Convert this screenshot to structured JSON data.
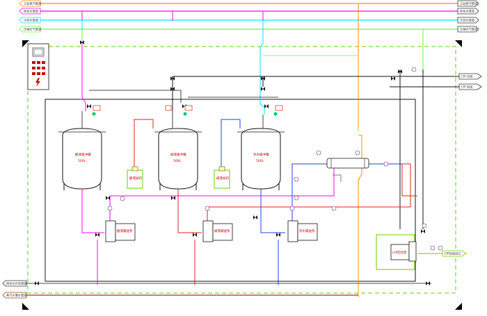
{
  "diagram": {
    "tanks": [
      {
        "name": "Acid tank",
        "label": "酸液缓冲罐",
        "volume": "500L"
      },
      {
        "name": "Alkali tank",
        "label": "碱液缓冲罐",
        "volume": "500L"
      },
      {
        "name": "Hot water tank",
        "label": "热水缓冲罐",
        "volume": "500L"
      }
    ],
    "pumps": [
      {
        "label": "酸液输送泵"
      },
      {
        "label": "碱液输送泵"
      },
      {
        "label": "热水输送泵"
      }
    ],
    "dosing_units": [
      {
        "label": "酸液加药"
      },
      {
        "label": "碱液加药"
      }
    ],
    "return_pump": {
      "label": "CIP回流泵"
    },
    "utility_lines_in": [
      {
        "label": "工业蒸汽管道",
        "color": "#ff8c00"
      },
      {
        "label": "纯化水管道",
        "color": "#ff00ff"
      },
      {
        "label": "冷却水管道",
        "color": "#00ffff"
      },
      {
        "label": "压缩空气管道",
        "color": "#66ff33"
      }
    ],
    "utility_lines_out": [
      {
        "label": "工业蒸汽管道"
      },
      {
        "label": "纯化水管道"
      },
      {
        "label": "冷却水管道"
      },
      {
        "label": "压缩空气管道"
      }
    ],
    "cip_outputs": [
      {
        "label": "CIP 供液"
      },
      {
        "label": "CIP 回液"
      }
    ],
    "cip_return_inlet": {
      "label": "CIP回液进口"
    },
    "left_inlets": [
      {
        "label": "纯化水补充管道"
      },
      {
        "label": "蒸汽冷凝水管道"
      }
    ]
  }
}
